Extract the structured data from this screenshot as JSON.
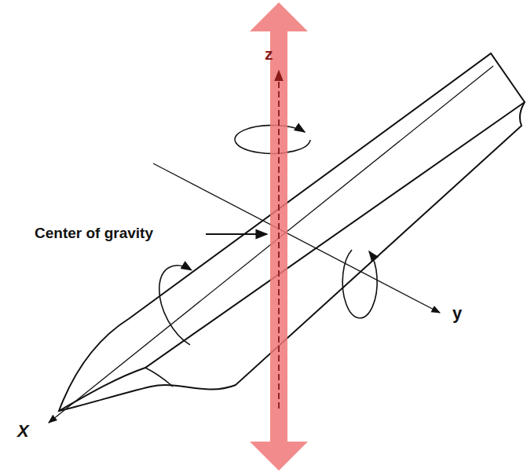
{
  "diagram": {
    "labels": [
      "z",
      "Center of gravity",
      "y",
      "X"
    ]
  }
}
